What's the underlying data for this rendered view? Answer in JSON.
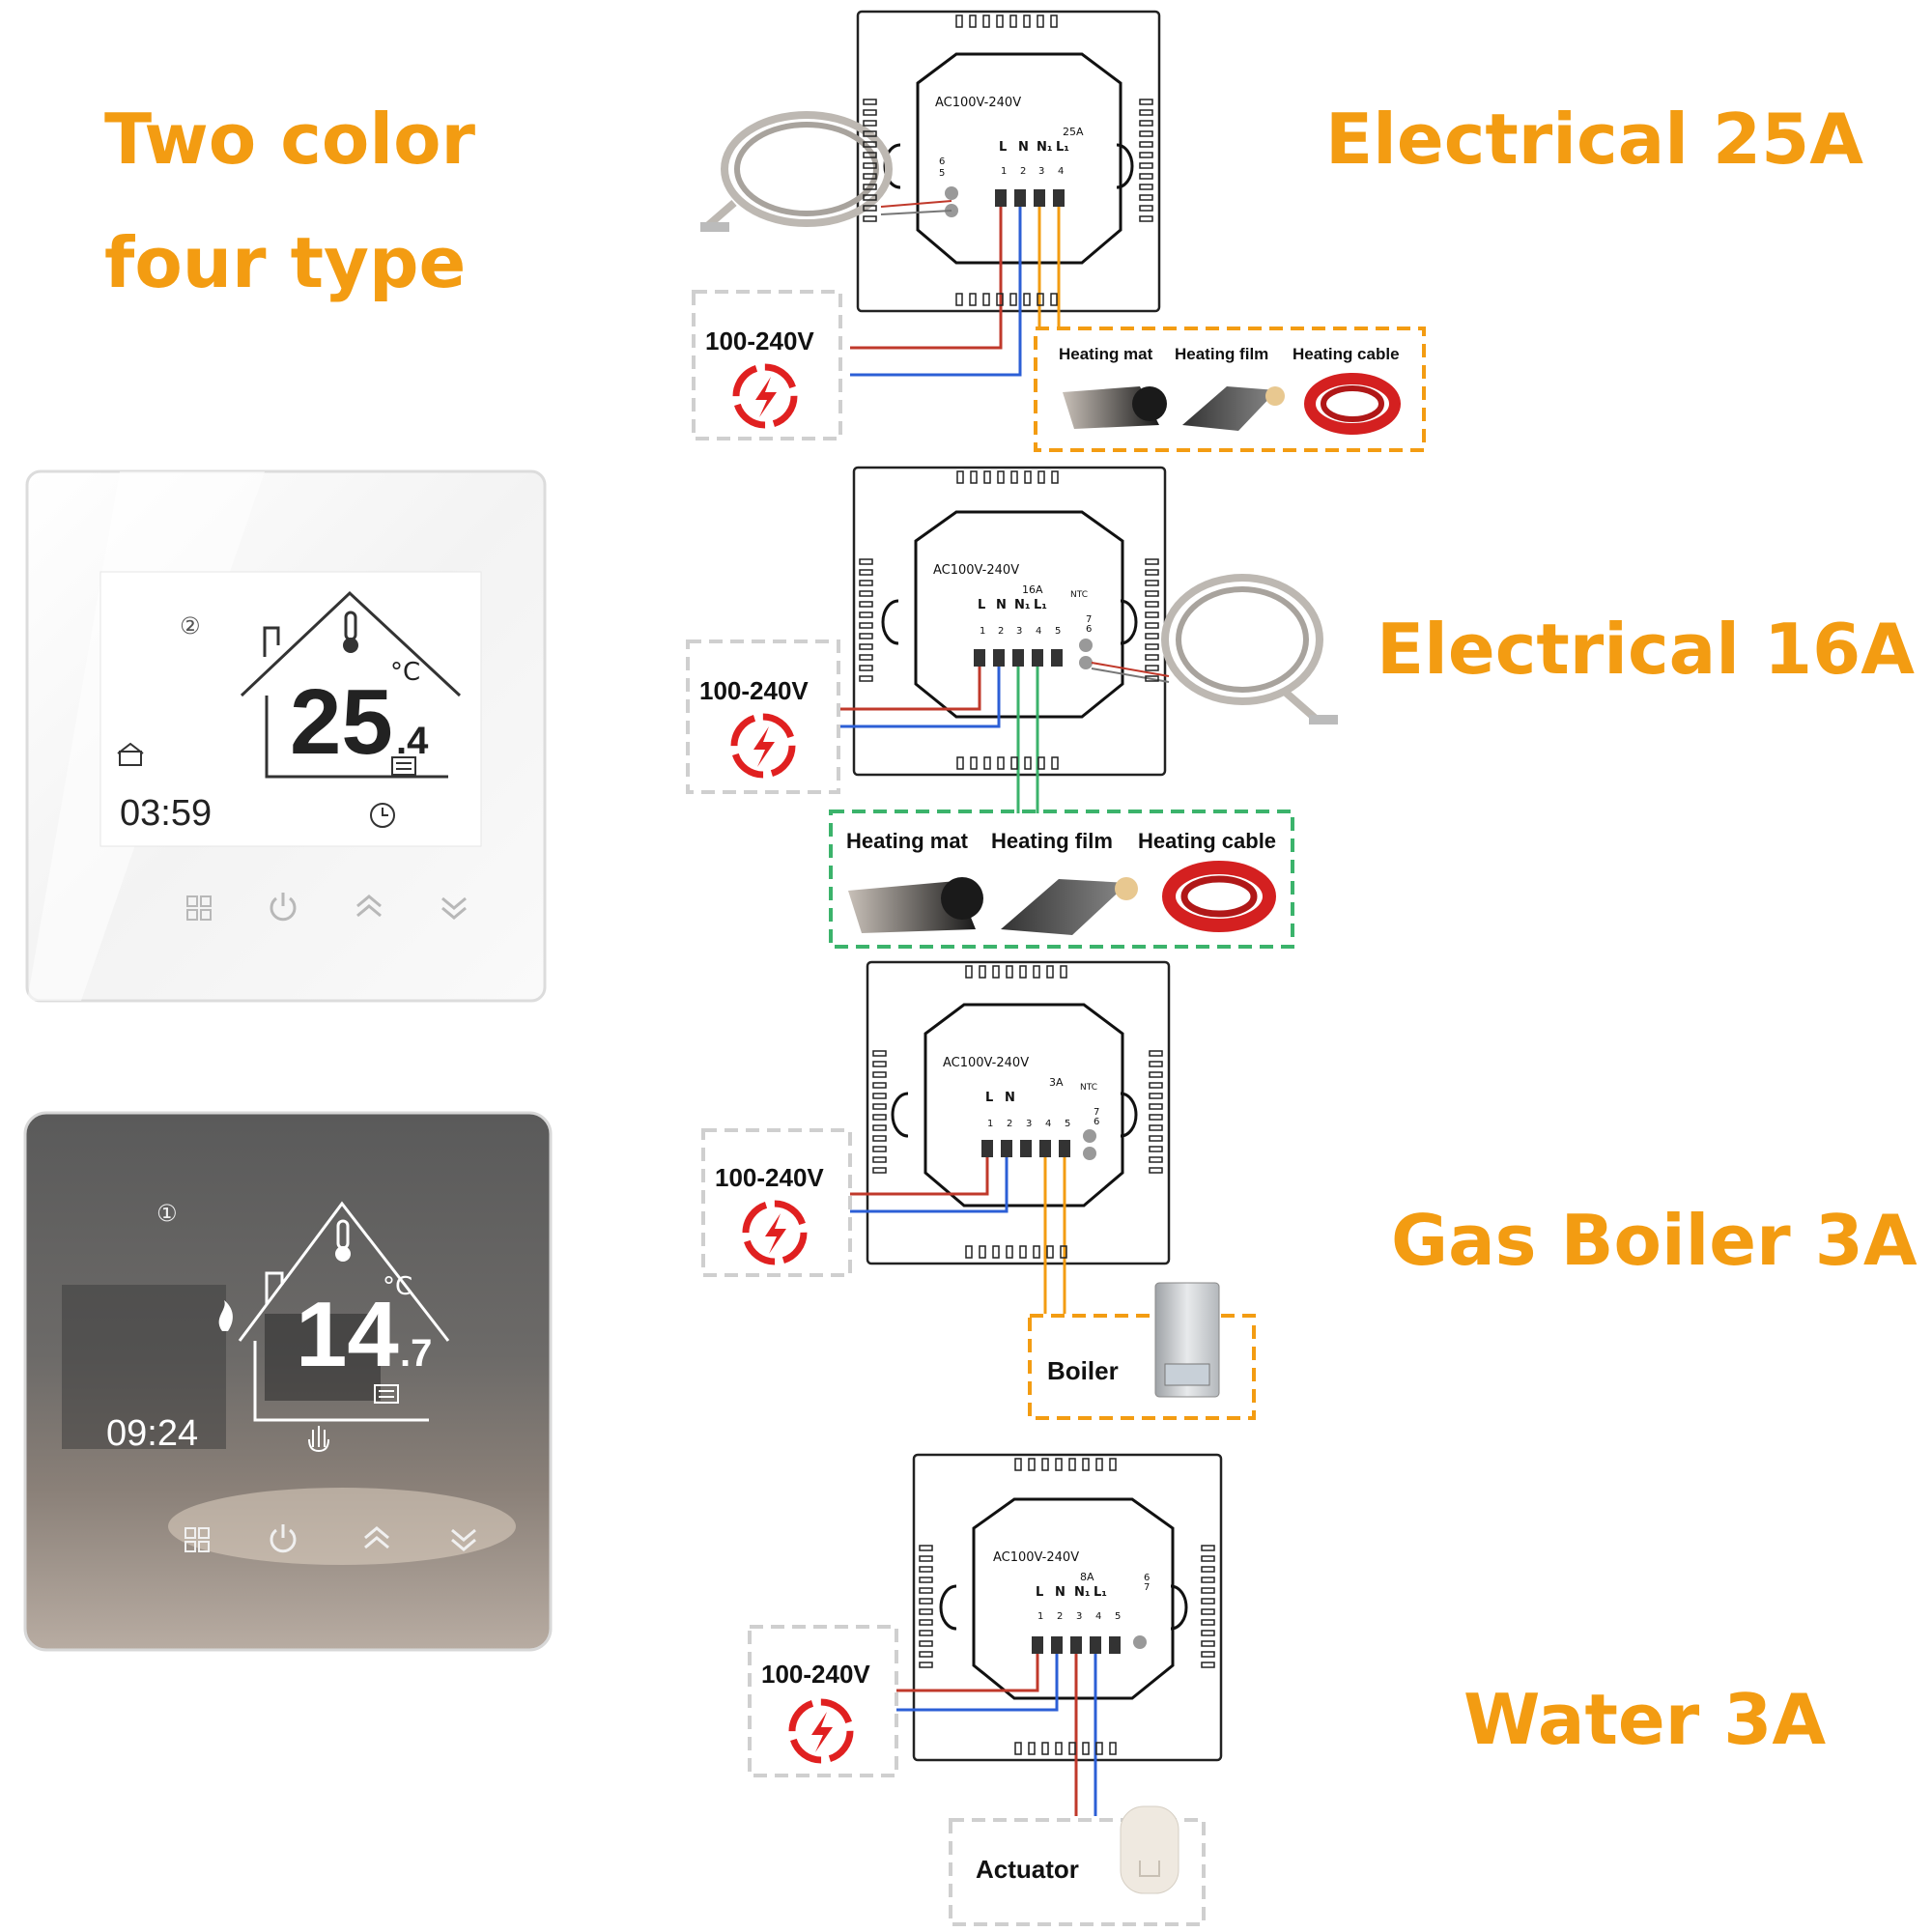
{
  "headline": {
    "line1": "Two color",
    "line2": "four type"
  },
  "types": [
    {
      "title": "Electrical 25A",
      "rating": "25A",
      "supply": "AC100V-240V",
      "voltage": "100-240V",
      "loads": [
        "Heating mat",
        "Heating film",
        "Heating cable"
      ],
      "terminals": [
        {
          "label": "L",
          "num": "1"
        },
        {
          "label": "N",
          "num": "2"
        },
        {
          "label": "N₁",
          "num": "3"
        },
        {
          "label": "L₁",
          "num": "4"
        }
      ],
      "sensor": [
        "6",
        "5"
      ]
    },
    {
      "title": "Electrical 16A",
      "rating": "16A",
      "supply": "AC100V-240V",
      "voltage": "100-240V",
      "loads": [
        "Heating mat",
        "Heating film",
        "Heating cable"
      ],
      "terminals": [
        {
          "label": "L",
          "num": "1"
        },
        {
          "label": "N",
          "num": "2"
        },
        {
          "label": "N₁",
          "num": "3"
        },
        {
          "label": "L₁",
          "num": "4"
        },
        {
          "label": "",
          "num": "5"
        }
      ],
      "sensor_label": "NTC",
      "sensor": [
        "7",
        "6"
      ]
    },
    {
      "title": "Gas Boiler 3A",
      "rating": "3A",
      "supply": "AC100V-240V",
      "voltage": "100-240V",
      "loads": [
        "Boiler"
      ],
      "terminals": [
        {
          "label": "L",
          "num": "1"
        },
        {
          "label": "N",
          "num": "2"
        },
        {
          "label": "",
          "num": "3"
        },
        {
          "label": "",
          "num": "4"
        },
        {
          "label": "",
          "num": "5"
        }
      ],
      "sensor_label": "NTC",
      "sensor": [
        "7",
        "6"
      ]
    },
    {
      "title": "Water 3A",
      "rating": "8A",
      "supply": "AC100V-240V",
      "voltage": "100-240V",
      "loads": [
        "Actuator"
      ],
      "terminals": [
        {
          "label": "L",
          "num": "1"
        },
        {
          "label": "N",
          "num": "2"
        },
        {
          "label": "N₁",
          "num": "3"
        },
        {
          "label": "L₁",
          "num": "4"
        },
        {
          "label": "",
          "num": "5"
        }
      ],
      "sensor": [
        "6",
        "7"
      ]
    }
  ],
  "thermostats": [
    {
      "variant": "white",
      "badge": "②",
      "temperature": "25",
      "decimal": ".4",
      "unit": "°C",
      "time": "03:59"
    },
    {
      "variant": "black",
      "badge": "①",
      "temperature": "14",
      "decimal": ".7",
      "unit": "°C",
      "time": "09:24"
    }
  ],
  "colors": {
    "title": "#f39c12",
    "live": "#c0392b",
    "neutral": "#2c5fd6",
    "load_wire": "#f39c12",
    "load_wire_16a": "#3bb36b",
    "lightning": "#e02020"
  }
}
